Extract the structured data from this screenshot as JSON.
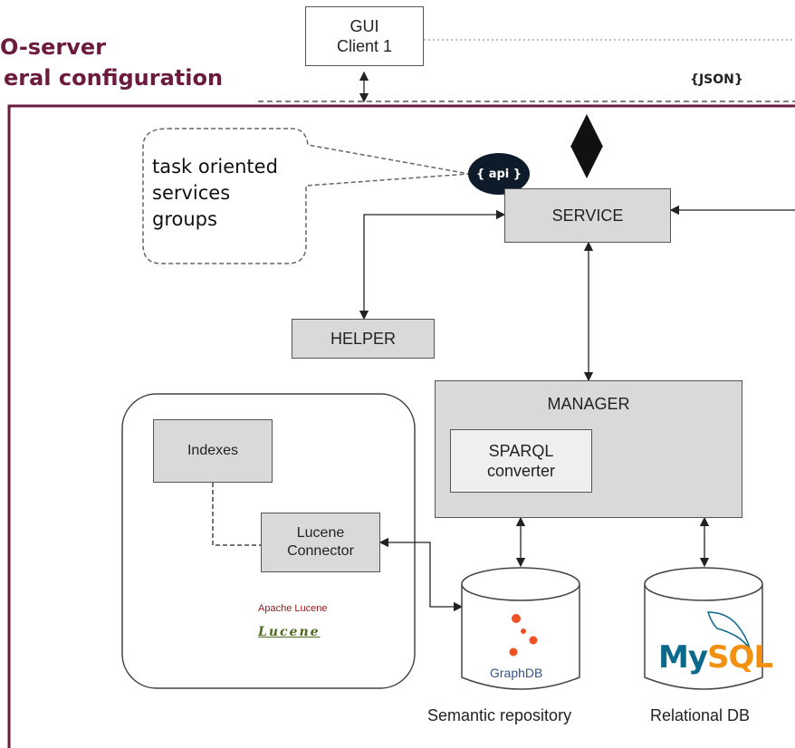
{
  "title": {
    "line1": "O-server",
    "line2": "eral configuration"
  },
  "json_tag": "{JSON}",
  "api_badge": "{ api }",
  "callout": {
    "line1": "task oriented",
    "line2": "services",
    "line3": "groups"
  },
  "gui_client": {
    "line1": "GUI",
    "line2": "Client 1"
  },
  "service": "SERVICE",
  "helper": "HELPER",
  "manager": "MANAGER",
  "sparql": {
    "line1": "SPARQL",
    "line2": "converter"
  },
  "indexes": "Indexes",
  "lucene_connector": {
    "line1": "Lucene",
    "line2": "Connector"
  },
  "lucene_logo": {
    "top": "Apache Lucene",
    "wordmark": "Lucene"
  },
  "graphdb_logo": "GraphDB",
  "mysql_logo": {
    "my": "My",
    "sql": "SQL"
  },
  "semantic_repo_label": "Semantic repository",
  "relational_db_label": "Relational DB",
  "colors": {
    "frame": "#6d1a3f",
    "box_fill": "#d9d9d9",
    "api_badge": "#0d1b2a",
    "graphdb_accent": "#f04e23",
    "mysql_blue": "#0b6a8c",
    "mysql_orange": "#f29111"
  }
}
